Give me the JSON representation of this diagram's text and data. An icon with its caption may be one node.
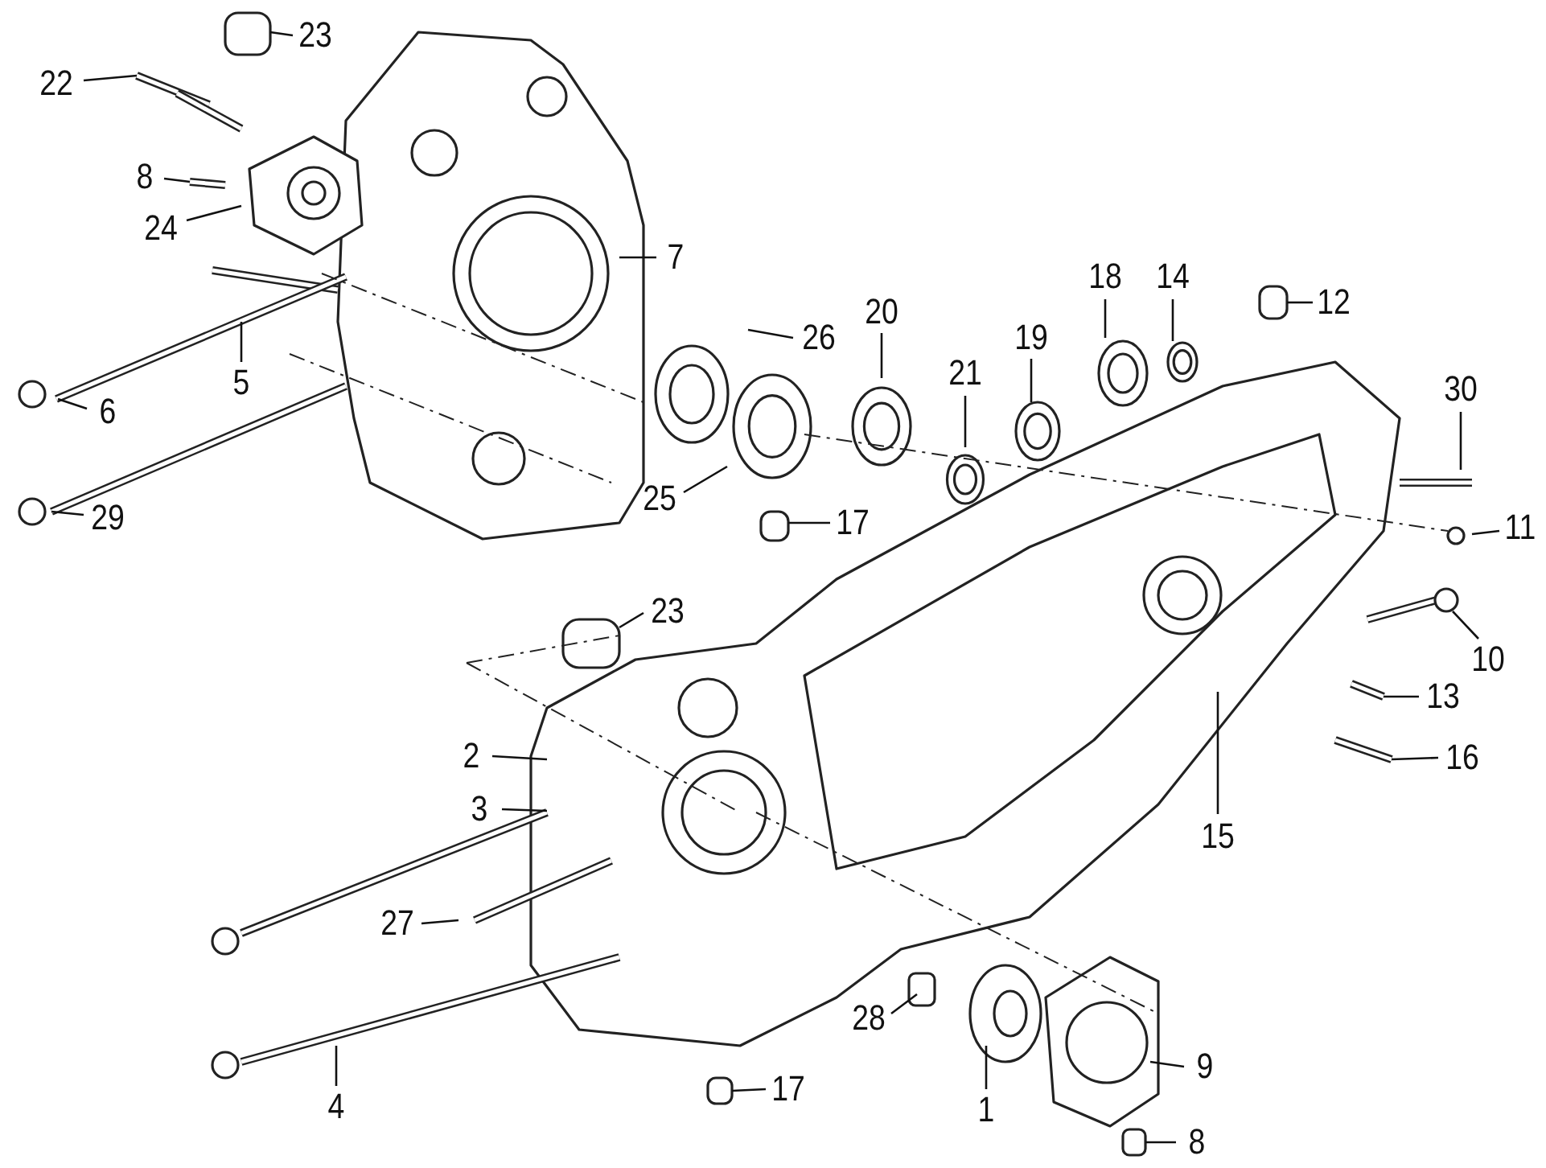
{
  "diagram": {
    "nodes": [
      {
        "text": [
          "23"
        ]
      },
      {
        "text": [
          "22"
        ]
      },
      {
        "text": [
          "8"
        ]
      },
      {
        "text": [
          "24"
        ]
      },
      {
        "text": [
          "7"
        ]
      },
      {
        "text": [
          "5"
        ]
      },
      {
        "text": [
          "6"
        ]
      },
      {
        "text": [
          "29"
        ]
      },
      {
        "text": [
          "26"
        ]
      },
      {
        "text": [
          "20"
        ]
      },
      {
        "text": [
          "25"
        ]
      },
      {
        "text": [
          "21"
        ]
      },
      {
        "text": [
          "19"
        ]
      },
      {
        "text": [
          "18"
        ]
      },
      {
        "text": [
          "14"
        ]
      },
      {
        "text": [
          "12"
        ]
      },
      {
        "text": [
          "30"
        ]
      },
      {
        "text": [
          "17"
        ]
      },
      {
        "text": [
          "11"
        ]
      },
      {
        "text": [
          "10"
        ]
      },
      {
        "text": [
          "23"
        ]
      },
      {
        "text": [
          "13"
        ]
      },
      {
        "text": [
          "16"
        ]
      },
      {
        "text": [
          "2"
        ]
      },
      {
        "text": [
          "3"
        ]
      },
      {
        "text": [
          "15"
        ]
      },
      {
        "text": [
          "27"
        ]
      },
      {
        "text": [
          "28"
        ]
      },
      {
        "text": [
          "4"
        ]
      },
      {
        "text": [
          "17"
        ]
      },
      {
        "text": [
          "1"
        ]
      },
      {
        "text": [
          "9"
        ]
      },
      {
        "text": [
          "8"
        ]
      }
    ],
    "edges": [
      {
        "from": 0,
        "to": null,
        "arrow": "none"
      },
      {
        "from": 1,
        "to": null,
        "arrow": "none"
      },
      {
        "from": 2,
        "to": null,
        "arrow": "none"
      },
      {
        "from": 3,
        "to": null,
        "arrow": "none"
      },
      {
        "from": 4,
        "to": null,
        "arrow": "none"
      },
      {
        "from": 5,
        "to": null,
        "arrow": "none"
      },
      {
        "from": 6,
        "to": null,
        "arrow": "none"
      },
      {
        "from": 7,
        "to": null,
        "arrow": "none"
      },
      {
        "from": 8,
        "to": null,
        "arrow": "none"
      },
      {
        "from": 9,
        "to": null,
        "arrow": "none"
      },
      {
        "from": 10,
        "to": null,
        "arrow": "none"
      },
      {
        "from": 11,
        "to": null,
        "arrow": "none"
      },
      {
        "from": 12,
        "to": null,
        "arrow": "none"
      },
      {
        "from": 13,
        "to": null,
        "arrow": "none"
      },
      {
        "from": 14,
        "to": null,
        "arrow": "none"
      },
      {
        "from": 15,
        "to": null,
        "arrow": "none"
      },
      {
        "from": 16,
        "to": null,
        "arrow": "none"
      },
      {
        "from": 17,
        "to": null,
        "arrow": "none"
      },
      {
        "from": 18,
        "to": null,
        "arrow": "none"
      },
      {
        "from": 19,
        "to": null,
        "arrow": "none"
      },
      {
        "from": 20,
        "to": null,
        "arrow": "none"
      },
      {
        "from": 21,
        "to": null,
        "arrow": "none"
      },
      {
        "from": 22,
        "to": null,
        "arrow": "none"
      },
      {
        "from": 23,
        "to": null,
        "arrow": "none"
      },
      {
        "from": 24,
        "to": null,
        "arrow": "none"
      },
      {
        "from": 25,
        "to": null,
        "arrow": "none"
      },
      {
        "from": 26,
        "to": null,
        "arrow": "none"
      },
      {
        "from": 27,
        "to": null,
        "arrow": "none"
      },
      {
        "from": 28,
        "to": null,
        "arrow": "none"
      },
      {
        "from": 29,
        "to": null,
        "arrow": "none"
      },
      {
        "from": 30,
        "to": null,
        "arrow": "none"
      },
      {
        "from": 31,
        "to": null,
        "arrow": "none"
      },
      {
        "from": 32,
        "to": null,
        "arrow": "none"
      }
    ]
  }
}
